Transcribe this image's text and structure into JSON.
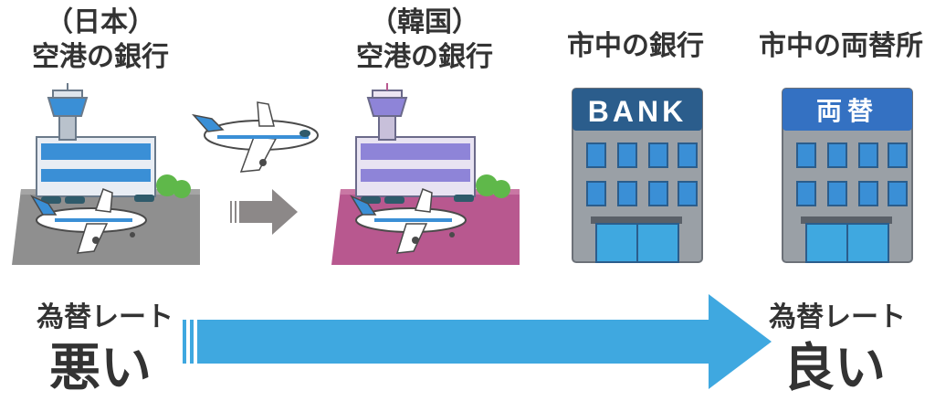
{
  "columns": [
    {
      "line1": "（日本）",
      "line2": "空港の銀行"
    },
    {
      "line1": "（韓国）",
      "line2": "空港の銀行"
    },
    {
      "line1": "市中の銀行"
    },
    {
      "line1": "市中の両替所"
    }
  ],
  "bank_sign": "BANK",
  "exchange_sign": "両替",
  "rate_left": {
    "caption": "為替レート",
    "value": "悪い"
  },
  "rate_right": {
    "caption": "為替レート",
    "value": "良い"
  },
  "colors": {
    "arrow": "#3fa8e0",
    "japan_ground": "#8f8f8f",
    "korea_ground": "#b8588f",
    "bank_sign": "#2b5d8c",
    "exchange_sign": "#3471c2",
    "building_wall": "#9aa0a6"
  }
}
